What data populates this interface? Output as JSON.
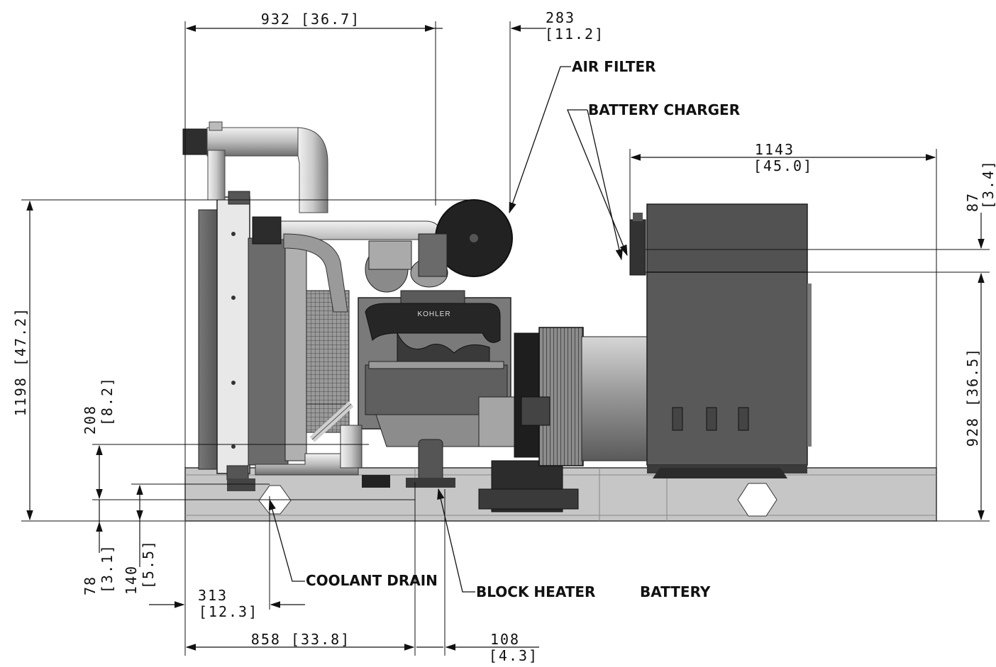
{
  "dimensions": {
    "top_overall": "932 [36.7]",
    "top_offset_mm": "283",
    "top_offset_in": "[11.2]",
    "alt_length_mm": "1143",
    "alt_length_in": "[45.0]",
    "height_overall": "1198 [47.2]",
    "right_small_mm": "87",
    "right_small_in": "[3.4]",
    "right_large": "928 [36.5]",
    "left_mid_mm": "208",
    "left_mid_in": "[8.2]",
    "left_low_mm": "78",
    "left_low_in": "[3.1]",
    "left_140_mm": "140",
    "left_140_in": "[5.5]",
    "bottom_313_mm": "313",
    "bottom_313_in": "[12.3]",
    "bottom_858": "858 [33.8]",
    "bottom_108_mm": "108",
    "bottom_108_in": "[4.3]"
  },
  "callouts": {
    "air_filter": "AIR FILTER",
    "battery_charger": "BATTERY CHARGER",
    "coolant_drain": "COOLANT DRAIN",
    "block_heater": "BLOCK HEATER",
    "battery": "BATTERY"
  },
  "engine_brand": "KOHLER",
  "colors": {
    "line": "#111111",
    "steel_light": "#cfcfcf",
    "steel_mid": "#8e8e8e",
    "steel_dark": "#3a3a3a",
    "base_frame": "#c4c4c4"
  }
}
